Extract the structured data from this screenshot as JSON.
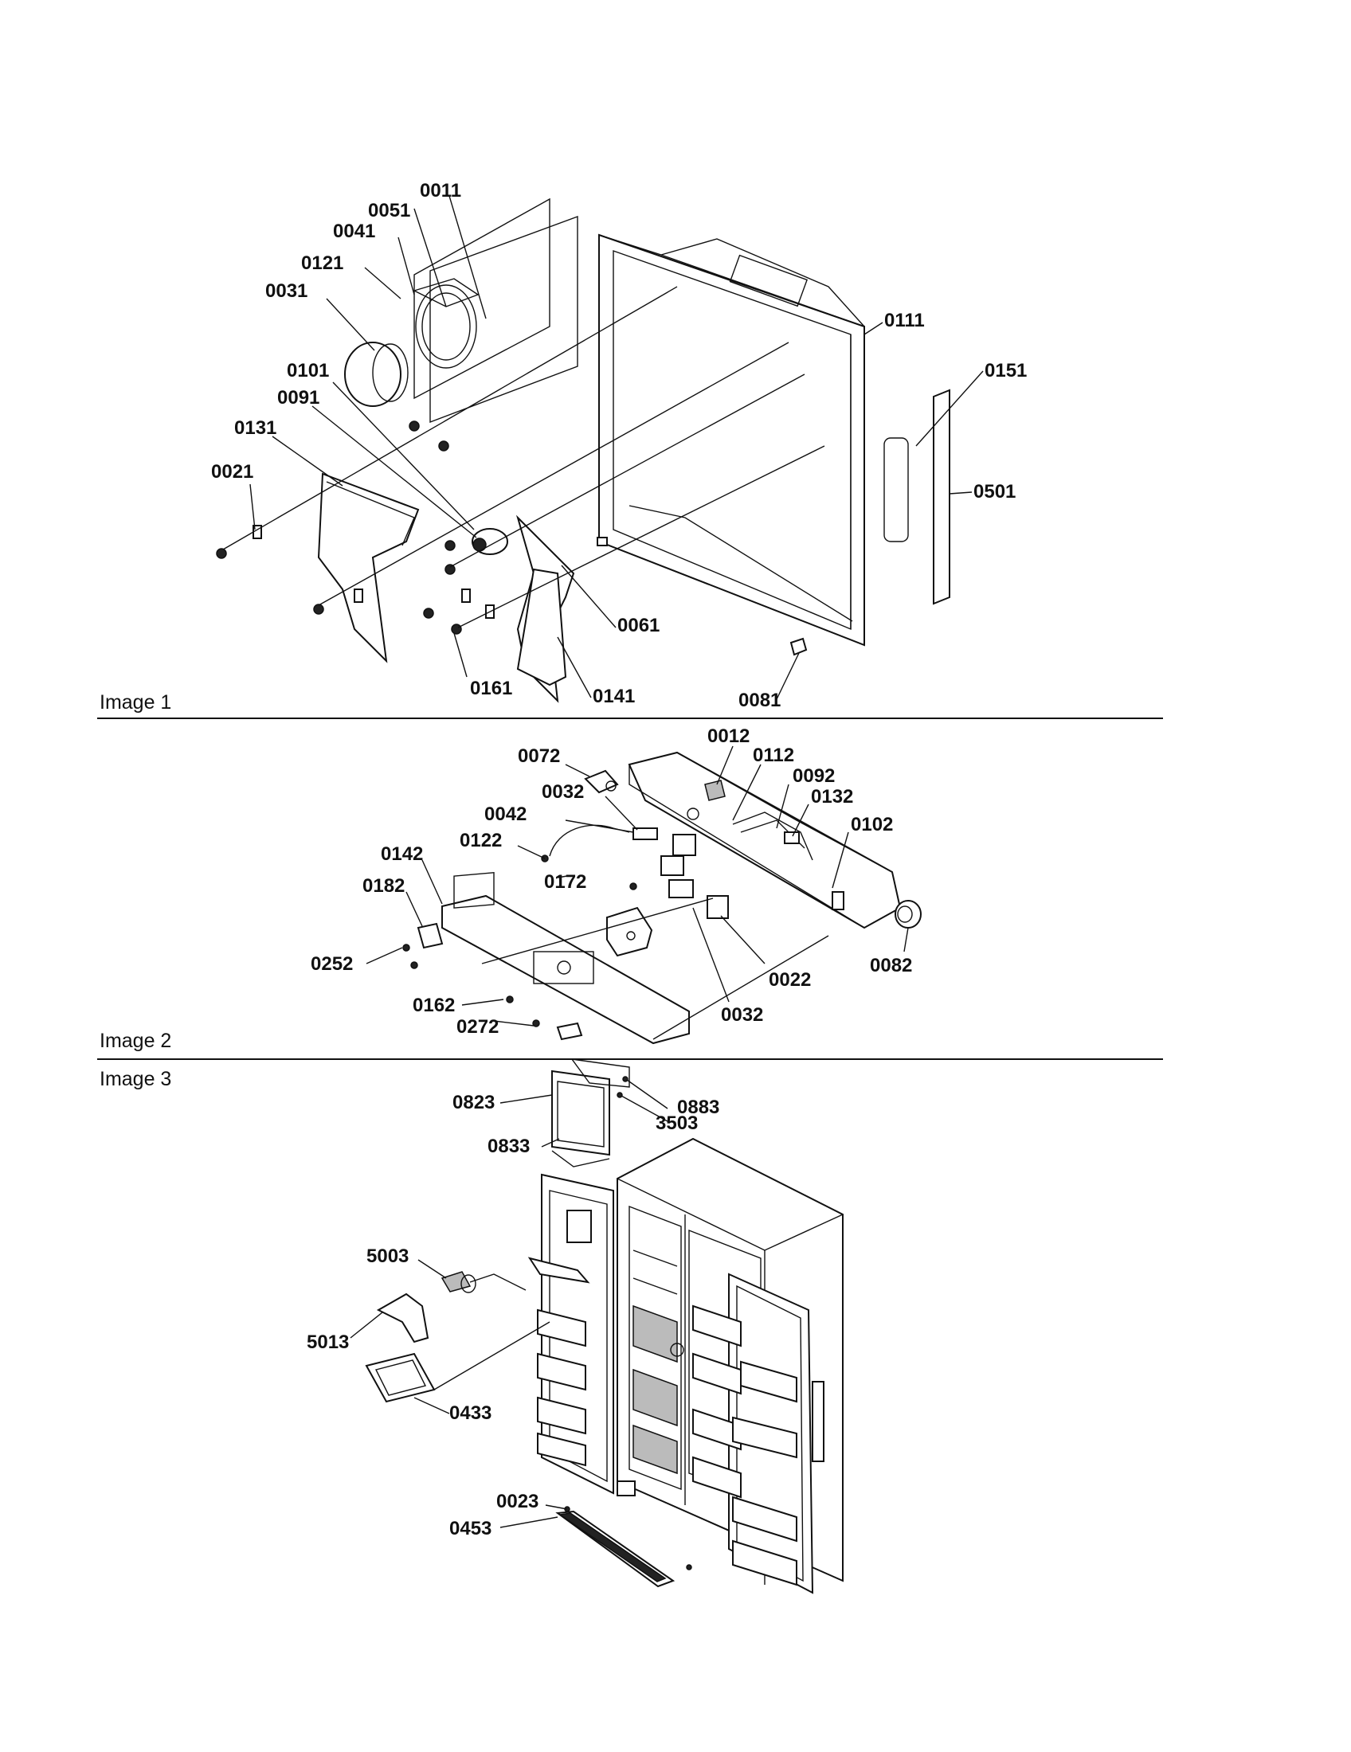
{
  "sections": [
    {
      "title": "Image 1"
    },
    {
      "title": "Image 2"
    },
    {
      "title": "Image 3"
    }
  ],
  "image1_parts": [
    "0011",
    "0051",
    "0041",
    "0121",
    "0031",
    "0101",
    "0091",
    "0131",
    "0021",
    "0111",
    "0151",
    "0501",
    "0061",
    "0161",
    "0141",
    "0081"
  ],
  "image2_parts": [
    "0012",
    "0112",
    "0072",
    "0092",
    "0032",
    "0132",
    "0042",
    "0102",
    "0122",
    "0142",
    "0172",
    "0182",
    "0252",
    "0082",
    "0022",
    "0162",
    "0032",
    "0272"
  ],
  "image3_parts": [
    "0823",
    "0883",
    "3503",
    "0833",
    "5003",
    "5013",
    "0433",
    "0023",
    "0453"
  ]
}
